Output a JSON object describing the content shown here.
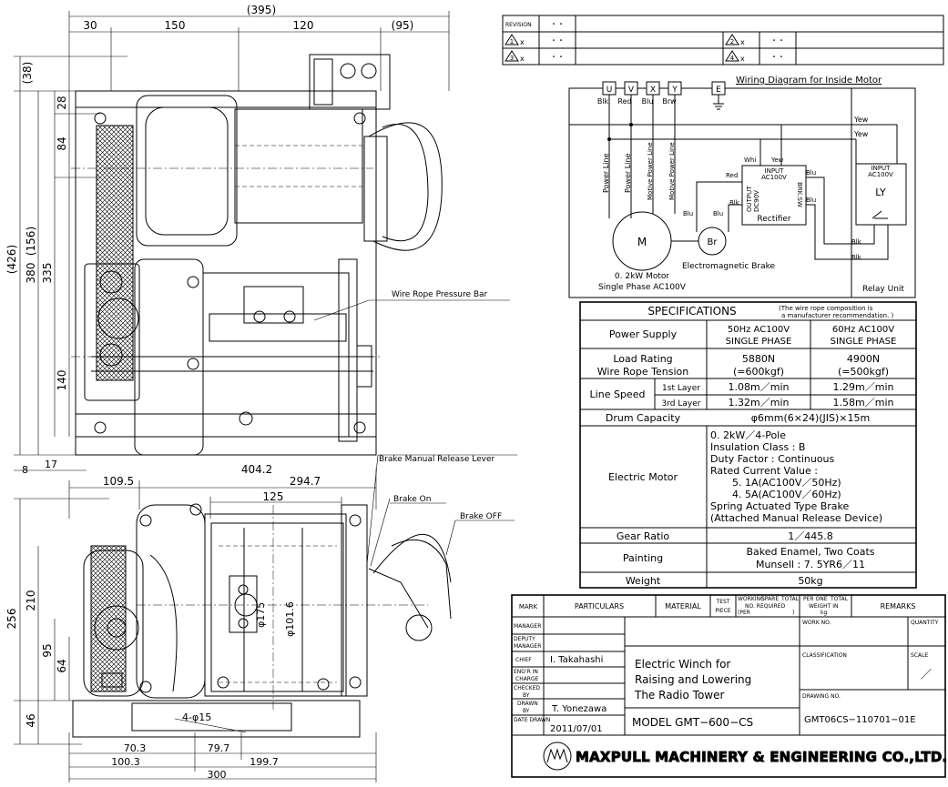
{
  "top_view": {
    "dims_top": [
      "(395)",
      "30",
      "150",
      "120",
      "(95)"
    ],
    "dims_left": [
      "(38)",
      "28",
      "84",
      "(426)",
      "380",
      "(156)",
      "335",
      "140",
      "8",
      "17"
    ],
    "callout_pressure_bar": "Wire Rope Pressure Bar"
  },
  "front_view": {
    "dims_top": [
      "109.5",
      "404.2",
      "294.7",
      "125"
    ],
    "dims_left": [
      "256",
      "210",
      "95",
      "64",
      "46"
    ],
    "dims_inner": [
      "φ175",
      "φ101.6",
      "4-φ15"
    ],
    "dims_bottom": [
      "70.3",
      "79.7",
      "100.3",
      "199.7",
      "300"
    ],
    "callouts": {
      "brake_release": "Brake Manual Release Lever",
      "brake_on": "Brake On",
      "brake_off": "Brake OFF"
    }
  },
  "revision": {
    "label": "REVISION",
    "row1_col1": "・・",
    "r1": "1",
    "r2": "2",
    "r3": "3",
    "r4": "4",
    "x": "x",
    "dots": "・・"
  },
  "wiring": {
    "title": "Wiring Diagram for Inside Motor",
    "terminals": [
      "U",
      "V",
      "X",
      "Y",
      "E"
    ],
    "terminal_colors": [
      "Blk",
      "Red",
      "Blu",
      "Brw"
    ],
    "line_labels": [
      "Power Line",
      "Power Line",
      "Motive Power Line",
      "Motive Power Line"
    ],
    "yew1": "Yew",
    "yew2": "Yew",
    "whi": "Whi",
    "yew3": "Yew",
    "input": "INPUT",
    "input_v": "AC100V",
    "red": "Red",
    "blu1": "Blu",
    "blu2": "Blu",
    "output": "OUTPUT",
    "output_v": "DC90V",
    "brk_sw": "BRK.SW",
    "blk1": "Blk",
    "blu3": "Blu",
    "blu4": "Blu",
    "rectifier": "Rectifier",
    "motor_letter": "M",
    "brake_letter": "Br",
    "em_brake": "Electromagnetic Brake",
    "motor_line1": "0. 2kW  Motor",
    "motor_line2": "Single  Phase  AC100V",
    "relay_input": "INPUT",
    "relay_v": "AC100V",
    "relay_ly": "LY",
    "relay_unit": "Relay  Unit",
    "blk2": "Blk",
    "blk3": "Blk"
  },
  "specs": {
    "title": "SPECIFICATIONS",
    "note1": "(The wire rope composition is",
    "note2": "a manufacturer recommendation. )",
    "power_supply": "Power  Supply",
    "hz50_1": "50Hz AC100V",
    "hz50_2": "SINGLE  PHASE",
    "hz60_1": "60Hz AC100V",
    "hz60_2": "SINGLE  PHASE",
    "load1": "Load Rating",
    "load2": "Wire  Rope  Tension",
    "load50_1": "5880N",
    "load50_2": "(=600kgf)",
    "load60_1": "4900N",
    "load60_2": "(=500kgf)",
    "line_speed": "Line  Speed",
    "layer1": "1st Layer",
    "layer3": "3rd Layer",
    "sp1_50": "1.08m／min",
    "sp1_60": "1.29m／min",
    "sp3_50": "1.32m／min",
    "sp3_60": "1.58m／min",
    "drum": "Drum  Capacity",
    "drum_val": "φ6mm(6×24)(JIS)×15m",
    "motor": "Electric  Motor",
    "motor_lines": [
      "0. 2kW／4-Pole",
      "Insulation Class : B",
      "Duty Factor : Continuous",
      "Rated Current Value :",
      "5. 1A(AC100V／50Hz)",
      "4. 5A(AC100V／60Hz)",
      "Spring Actuated Type Brake",
      "(Attached  Manual  Release  Device)"
    ],
    "gear": "Gear  Ratio",
    "gear_val": "1／445.8",
    "paint": "Painting",
    "paint1": "Baked Enamel, Two  Coats",
    "paint2": "Munsell : 7. 5YR6／11",
    "weight": "Weight",
    "weight_val": "50kg"
  },
  "title_block": {
    "mark": "MARK",
    "particulars": "PARTICULARS",
    "material": "MATERIAL",
    "test1": "TEST",
    "test2": "PIECE",
    "working": "WORKING",
    "spare": "SPARE",
    "total": "TOTAL",
    "no_req": "NO. REQUIRED",
    "per1": "(PER",
    "per2": ")",
    "per_one1": "PER ONE",
    "per_one2": "TOTAL",
    "weight_in": "WEIGHT IN",
    "kg": "kg",
    "remarks": "REMARKS",
    "manager": "MANAGER",
    "deputy1": "DEPUTY",
    "deputy2": "MANAGER",
    "chief": "CHIEF",
    "chief_name": "I. Takahashi",
    "engr1": "ENG'R IN",
    "engr2": "CHARGE",
    "checked1": "CHECKED",
    "checked2": "BY",
    "drawn1": "DRAWN",
    "drawn2": "BY",
    "drawn_name": "T. Yonezawa",
    "date_label": "DATE DRAWN",
    "date": "2011/07/01",
    "title1": "Electric  Winch  for",
    "title2": "Raising  and  Lowering",
    "title3": "The  Radio  Tower",
    "model": "MODEL  GMT−600−CS",
    "work_no": "WORK NO.",
    "quantity": "QUANTITY",
    "classification": "CLASSIFICATION",
    "scale": "SCALE",
    "scale_val": "／",
    "drawing_no": "DRAWING NO.",
    "drawing_val": "GMT06CS−110701−01E",
    "company": "MAXPULL MACHINERY & ENGINEERING CO.,LTD."
  }
}
